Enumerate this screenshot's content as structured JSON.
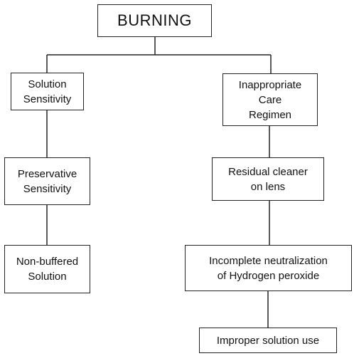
{
  "diagram": {
    "root": {
      "label": "BURNING"
    },
    "left_branch": [
      {
        "label": "Solution\nSensitivity"
      },
      {
        "label": "Preservative\nSensitivity"
      },
      {
        "label": "Non-buffered\nSolution"
      }
    ],
    "right_branch": [
      {
        "label": "Inappropriate\nCare\nRegimen"
      },
      {
        "label": "Residual cleaner\non lens"
      },
      {
        "label": "Incomplete  neutralization\nof Hydrogen peroxide"
      },
      {
        "label": "Improper solution use"
      }
    ]
  }
}
